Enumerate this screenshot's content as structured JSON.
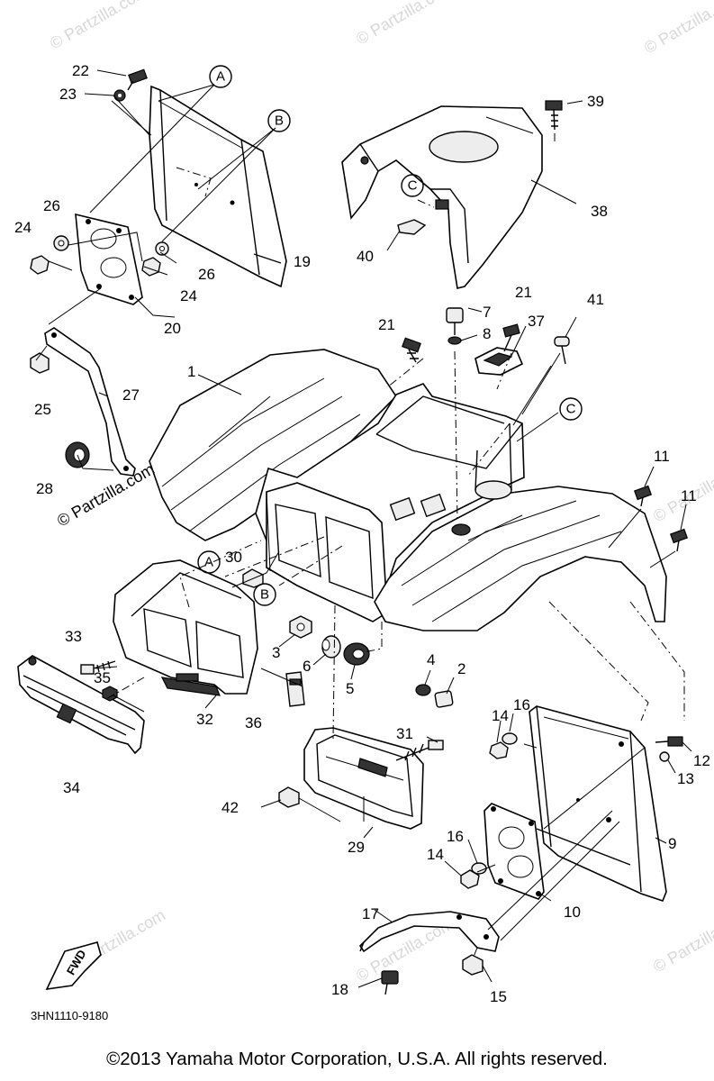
{
  "diagram": {
    "code": "3HN1110-9180",
    "fwd_label": "FWD",
    "watermark_main": "© Partzilla.com",
    "watermark_faint": "© Partzilla.com",
    "parts": [
      {
        "id": "p1",
        "label": "1"
      },
      {
        "id": "p2",
        "label": "2"
      },
      {
        "id": "p3",
        "label": "3"
      },
      {
        "id": "p4",
        "label": "4"
      },
      {
        "id": "p5",
        "label": "5"
      },
      {
        "id": "p6",
        "label": "6"
      },
      {
        "id": "p7",
        "label": "7"
      },
      {
        "id": "p8",
        "label": "8"
      },
      {
        "id": "p9",
        "label": "9"
      },
      {
        "id": "p10",
        "label": "10"
      },
      {
        "id": "p11a",
        "label": "11"
      },
      {
        "id": "p11b",
        "label": "11"
      },
      {
        "id": "p12",
        "label": "12"
      },
      {
        "id": "p13",
        "label": "13"
      },
      {
        "id": "p14a",
        "label": "14"
      },
      {
        "id": "p14b",
        "label": "14"
      },
      {
        "id": "p15",
        "label": "15"
      },
      {
        "id": "p16a",
        "label": "16"
      },
      {
        "id": "p16b",
        "label": "16"
      },
      {
        "id": "p17",
        "label": "17"
      },
      {
        "id": "p18",
        "label": "18"
      },
      {
        "id": "p19",
        "label": "19"
      },
      {
        "id": "p20",
        "label": "20"
      },
      {
        "id": "p21a",
        "label": "21"
      },
      {
        "id": "p21b",
        "label": "21"
      },
      {
        "id": "p22",
        "label": "22"
      },
      {
        "id": "p23",
        "label": "23"
      },
      {
        "id": "p24a",
        "label": "24"
      },
      {
        "id": "p24b",
        "label": "24"
      },
      {
        "id": "p25",
        "label": "25"
      },
      {
        "id": "p26a",
        "label": "26"
      },
      {
        "id": "p26b",
        "label": "26"
      },
      {
        "id": "p27",
        "label": "27"
      },
      {
        "id": "p28",
        "label": "28"
      },
      {
        "id": "p29",
        "label": "29"
      },
      {
        "id": "p30",
        "label": "30"
      },
      {
        "id": "p31",
        "label": "31"
      },
      {
        "id": "p32",
        "label": "32"
      },
      {
        "id": "p33",
        "label": "33"
      },
      {
        "id": "p34",
        "label": "34"
      },
      {
        "id": "p35",
        "label": "35"
      },
      {
        "id": "p36",
        "label": "36"
      },
      {
        "id": "p37",
        "label": "37"
      },
      {
        "id": "p38",
        "label": "38"
      },
      {
        "id": "p39",
        "label": "39"
      },
      {
        "id": "p40",
        "label": "40"
      },
      {
        "id": "p41",
        "label": "41"
      },
      {
        "id": "p42",
        "label": "42"
      }
    ],
    "refs": [
      {
        "id": "rA1",
        "letter": "A"
      },
      {
        "id": "rB1",
        "letter": "B"
      },
      {
        "id": "rC1",
        "letter": "C"
      },
      {
        "id": "rC2",
        "letter": "C"
      },
      {
        "id": "rA2",
        "letter": "A"
      },
      {
        "id": "rB2",
        "letter": "B"
      }
    ]
  },
  "footer": {
    "copyright": "©2013 Yamaha Motor Corporation, U.S.A. All rights reserved."
  }
}
